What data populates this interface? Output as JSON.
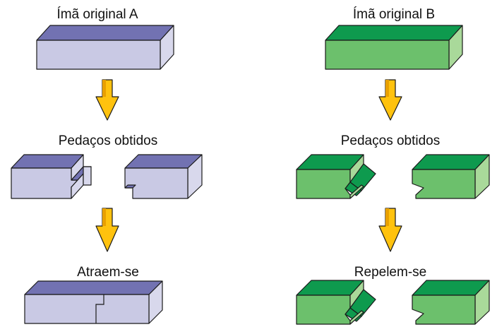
{
  "colors": {
    "a_top": "#7272B2",
    "a_front": "#C9C9E4",
    "a_side": "#D8D8EC",
    "b_top": "#0E9A4E",
    "b_front": "#6CC06C",
    "b_side": "#A9D99A",
    "arrow": "#FFC20E",
    "arrow_shade": "#E8A000",
    "outline": "#1A1A1A"
  },
  "column_a": {
    "title": "Ímã original A",
    "pieces_label": "Pedaços obtidos",
    "result_label": "Atraem-se"
  },
  "column_b": {
    "title": "Ímã original B",
    "pieces_label": "Pedaços obtidos",
    "result_label": "Repelem-se"
  },
  "icons": {
    "arrow": "down-arrow-icon"
  }
}
